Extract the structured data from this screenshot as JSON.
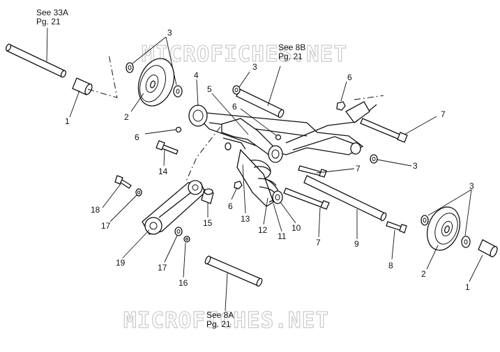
{
  "watermark": "MICROFICHES.NET",
  "references": [
    {
      "ref_no": "See 33A",
      "page": "Pg. 21"
    },
    {
      "ref_no": "See 8B",
      "page": "Pg. 21"
    },
    {
      "ref_no": "See 8A",
      "page": "Pg. 21"
    }
  ],
  "callouts": {
    "c1_top": "1",
    "c1_right": "1",
    "c2_top": "2",
    "c2_right": "2",
    "c3_top": "3",
    "c3_mid": "3",
    "c3_right": "3",
    "c3_far": "3",
    "c4": "4",
    "c5": "5",
    "c6_a": "6",
    "c6_b": "6",
    "c6_c": "6",
    "c6_d": "6",
    "c7_a": "7",
    "c7_b": "7",
    "c7_c": "7",
    "c8": "8",
    "c9": "9",
    "c10": "10",
    "c11": "11",
    "c12": "12",
    "c13": "13",
    "c14": "14",
    "c15": "15",
    "c16": "16",
    "c17_a": "17",
    "c17_b": "17",
    "c18": "18",
    "c19": "19"
  }
}
